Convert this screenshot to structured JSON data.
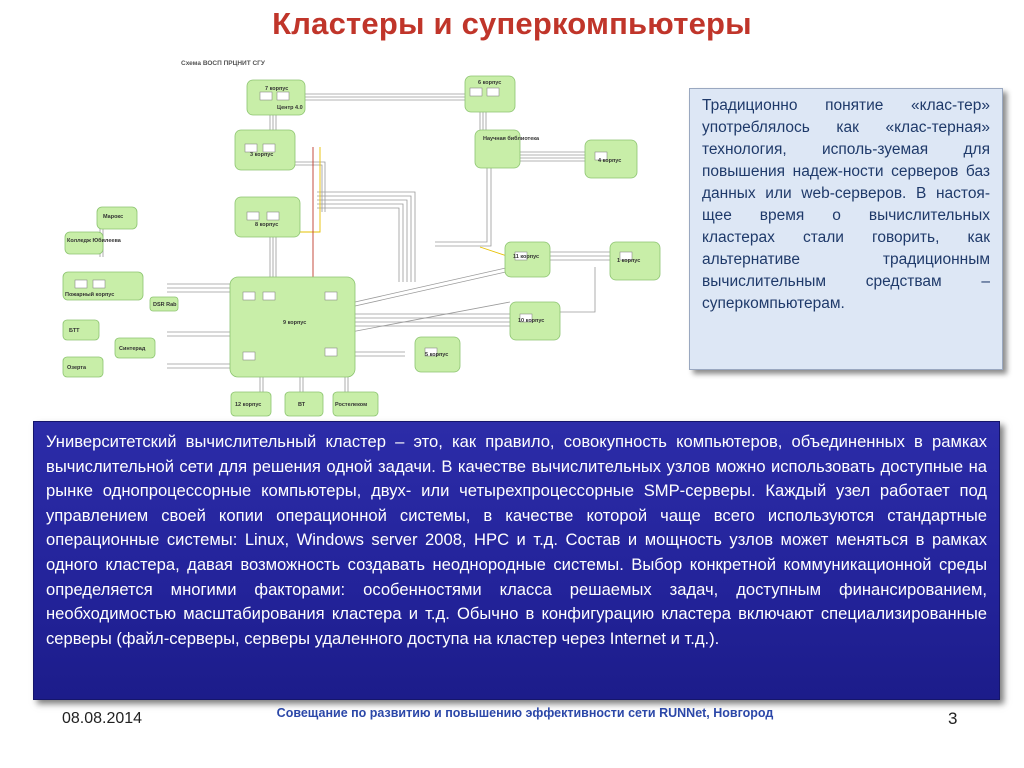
{
  "slide": {
    "title": "Кластеры и суперкомпьютеры",
    "diagram": {
      "title": "Схема ВОСП ПРЦНИТ СГУ",
      "nodes": [
        "7 корпус",
        "Центр 4.0",
        "6 корпус",
        "3 корпус",
        "Научная библиотека",
        "4 корпус",
        "8 корпус",
        "Марокс",
        "Колледж Юбилеева",
        "Пожарный корпус",
        "11 корпус",
        "1 корпус",
        "9 корпус",
        "10 корпус",
        "БТТ",
        "Синтерад",
        "Озерта",
        "5 корпус",
        "12 корпус",
        "ВТ",
        "Ростелеком",
        "DSR Rab"
      ]
    },
    "right_text": "Традиционно понятие «клас-тер» употреблялось как «клас-терная» технология, исполь-зуемая для повышения надеж-ности серверов баз данных или web-серверов. В настоя-щее время о вычислительных кластерах стали говорить, как альтернативе традиционным вычислительным средствам – суперкомпьютерам.",
    "bottom_text": "Университетский вычислительный кластер – это, как правило, совокупность компьютеров, объединенных в рамках вычислительной сети для решения одной задачи. В качестве вычислительных узлов можно использовать доступные на рынке однопроцессорные компьютеры, двух- или четырехпроцессорные SMP-серверы. Каждый узел работает под управлением своей копии операционной системы, в качестве которой чаще всего используются стандартные операционные системы: Linux, Windows server 2008, HPC и т.д. Состав и мощность узлов может меняться в рамках одного кластера, давая возможность создавать неоднородные системы. Выбор конкретной коммуникационной среды определяется многими факторами: особенностями класса решаемых задач, доступным финансированием, необходимостью масштабирования кластера и т.д. Обычно в конфигурацию кластера включают специализированные серверы (файл-серверы, серверы удаленного доступа на кластер через Internet и т.д.).",
    "footer": {
      "date": "08.08.2014",
      "center": "Совещание по развитию и повышению эффективности сети RUNNet, Новгород",
      "page": "3"
    }
  },
  "colors": {
    "title": "#c0352a",
    "node_fill": "#c8eea8",
    "bottom_box": "#23239a",
    "right_box": "#dde7f5",
    "footer_center": "#2b47a8"
  }
}
